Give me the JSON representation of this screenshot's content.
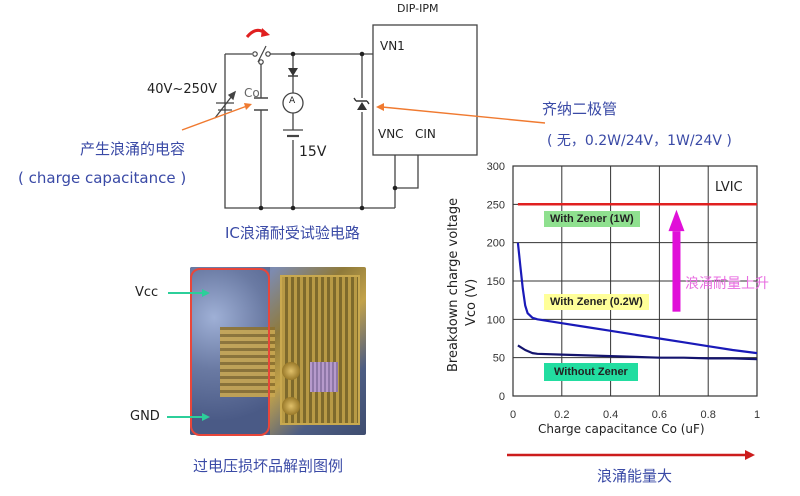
{
  "circuit": {
    "title": "IC浪涌耐受试验电路",
    "module_label": "DIP-IPM",
    "pins": {
      "vn1": "VN1",
      "vnc": "VNC",
      "cin": "CIN"
    },
    "supply_range": "40V~250V",
    "capacitor_label": "Co",
    "ammeter_label": "A",
    "battery_voltage": "15V",
    "capacitor_annotation": {
      "cn": "产生浪涌的电容",
      "en": "( charge capacitance )"
    },
    "zener_annotation": {
      "cn": "齐纳二极管",
      "options": "( 无，0.2W/24V，1W/24V )"
    }
  },
  "die_photo": {
    "caption": "过电压损坏品解剖图例",
    "labels": {
      "vcc": "Vcc",
      "gnd": "GND"
    }
  },
  "annotations": {
    "surge_rise": "浪涌耐量上升",
    "energy_larger": "浪涌能量大"
  },
  "colors": {
    "accent_blue": "#3a4aa6",
    "lvic_line": "#e02020",
    "curve": "#1a1ab8",
    "curve_dark": "#14146e",
    "magenta_arrow": "#e010d8",
    "energy_arrow": "#cc1c1c",
    "orange_arrow": "#f07a30",
    "legend_green": "#8fe08f",
    "legend_yellow": "#ffff99",
    "legend_teal": "#22dda0"
  },
  "chart_data": {
    "type": "line",
    "title": "",
    "xlabel": "Charge capacitance  Co (uF)",
    "ylabel": [
      "Breakdown charge voltage",
      "Vco  (V)"
    ],
    "xlim": [
      0,
      1
    ],
    "ylim": [
      0,
      300
    ],
    "x_ticks": [
      "0",
      "0.2",
      "0.4",
      "0.6",
      "0.8",
      "1"
    ],
    "y_ticks": [
      "0",
      "50",
      "100",
      "150",
      "200",
      "250",
      "300"
    ],
    "grid": true,
    "corner_label": "LVIC",
    "series": [
      {
        "name": "With Zener (1W)",
        "x": [
          0.02,
          1.0
        ],
        "y": [
          250,
          250
        ]
      },
      {
        "name": "With Zener (0.2W)",
        "x": [
          0.02,
          0.03,
          0.04,
          0.05,
          0.06,
          0.08,
          0.1,
          0.2,
          0.3,
          0.4,
          0.5,
          0.6,
          0.7,
          0.8,
          0.9,
          1.0
        ],
        "y": [
          200,
          170,
          140,
          118,
          108,
          102,
          100,
          95,
          90,
          85,
          80,
          75,
          70,
          65,
          60,
          56
        ]
      },
      {
        "name": "Without Zener",
        "x": [
          0.02,
          0.05,
          0.08,
          0.1,
          0.2,
          0.3,
          0.4,
          0.5,
          0.6,
          0.7,
          0.8,
          0.9,
          1.0
        ],
        "y": [
          66,
          60,
          56,
          55,
          54,
          53,
          52,
          51,
          50,
          50,
          49,
          49,
          48
        ]
      }
    ],
    "legend": [
      {
        "label": "With Zener (1W)",
        "color": "#8fe08f"
      },
      {
        "label": "With Zener (0.2W)",
        "color": "#ffff99"
      },
      {
        "label": "Without Zener",
        "color": "#22dda0"
      }
    ]
  }
}
